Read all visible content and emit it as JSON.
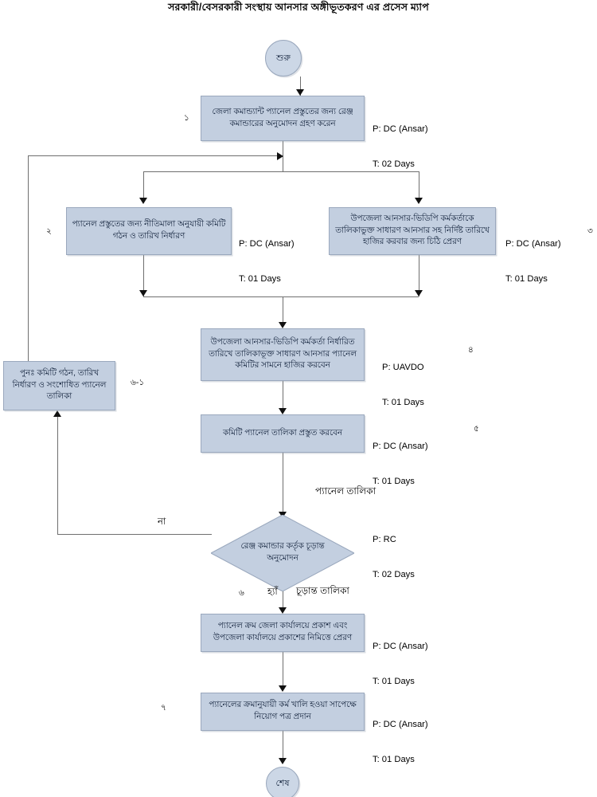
{
  "title": "সরকারী/বেসরকারী সংস্থায় আনসার অঙ্গীভূতকরণ এর প্রসেস ম্যাপ",
  "nodes": {
    "start": {
      "label": "শুরু"
    },
    "end": {
      "label": "শেষ"
    },
    "step1": {
      "text": "জেলা কমান্ড্যান্ট প্যানেল প্রস্তুতের জন্য রেঞ্জ কমান্ডারের অনুমোদন গ্রহণ করেন",
      "performer": "P: DC (Ansar)",
      "time": "T: 02 Days",
      "number": "১"
    },
    "step2": {
      "text": "প্যানেল প্রস্তুতের জন্য নীতিমালা অনুযায়ী কমিটি গঠন ও তারিখ নির্ধারণ",
      "performer": "P: DC (Ansar)",
      "time": "T: 01 Days",
      "number": "২"
    },
    "step3": {
      "text": "উপজেলা আনসার-ভিডিপি কর্মকর্তাকে তালিকাভুক্ত সাধারণ আনসার সহ নির্দিষ্ট তারিখে হাজির করবার জন্য চিঠি প্রেরণ",
      "performer": "P: DC (Ansar)",
      "time": "T: 01 Days",
      "number": "৩"
    },
    "step4": {
      "text": "উপজেলা আনসার-ভিডিপি কর্মকর্তা নির্ধারিত তারিখে তালিকাভূক্ত সাধারণ আনসার প্যানেল কমিটির সামনে হাজির করবেন",
      "performer": "P: UAVDO",
      "time": "T: 01 Days",
      "number": "৪"
    },
    "step5": {
      "text": "কমিটি প্যানেল তালিকা প্রস্তুত করবেন",
      "performer": "P: DC (Ansar)",
      "time": "T: 01 Days",
      "number": "৫"
    },
    "decision": {
      "text": "রেঞ্জ কমান্ডার কর্তৃক চূড়ান্ত অনুমোদন",
      "performer": "P: RC",
      "time": "T: 02 Days",
      "number": "৬",
      "input_label": "প্যানেল তালিকা",
      "yes_label": "হ্যাঁ",
      "no_label": "না",
      "yes_flow_label": "চূড়ান্ত তালিকা"
    },
    "rework": {
      "text": "পুনঃ  কমিটি গঠন, তারিখ নির্ধারণ ও সংশোধিত প্যানেল তালিকা",
      "number": "৬-১"
    },
    "step7": {
      "text": "প্যানেল ক্রম জেলা কার্যালয়ে প্রকাশ এবং উপজেলা কার্যালয়ে প্রকাশের নিমিত্তে প্রেরণ",
      "performer": "P: DC (Ansar)",
      "time": "T: 01 Days"
    },
    "step8": {
      "text": "প্যানেলের ক্রমানুযায়ী কর্ম খালি হওয়া সাপেক্ষে নিয়োগ পত্র প্রদান",
      "performer": "P: DC (Ansar)",
      "time": "T: 01 Days",
      "number": "৭"
    }
  },
  "colors": {
    "node_fill": "#c3cfe0",
    "node_stroke": "#9aa8bd",
    "connector": "#6f6f6f",
    "text": "#000000"
  }
}
